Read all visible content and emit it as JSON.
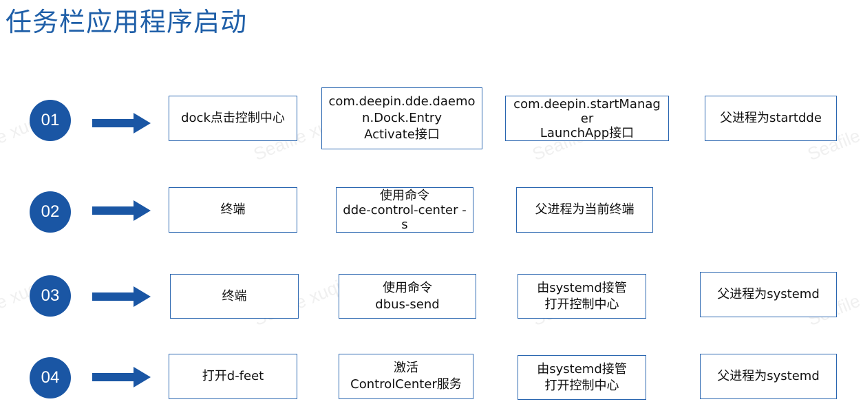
{
  "title": "任务栏应用程序启动",
  "colors": {
    "accent": "#1a56a4",
    "box_border": "#2a66b0",
    "title": "#1f5fa8"
  },
  "rows": [
    {
      "number": "01",
      "steps": [
        "dock点击控制中心",
        "com.deepin.dde.daemo\nn.Dock.Entry\nActivate接口",
        "com.deepin.startManag\ner\nLaunchApp接口",
        "父进程为startdde"
      ]
    },
    {
      "number": "02",
      "steps": [
        "终端",
        "使用命令\ndde-control-center -\ns",
        "父进程为当前终端"
      ]
    },
    {
      "number": "03",
      "steps": [
        "终端",
        "使用命令\ndbus-send",
        "由systemd接管\n打开控制中心",
        "父进程为systemd"
      ]
    },
    {
      "number": "04",
      "steps": [
        "打开d-feet",
        "激活\nControlCenter服务",
        "由systemd接管\n打开控制中心",
        "父进程为systemd"
      ]
    }
  ],
  "watermark": "Seafile xuqi"
}
